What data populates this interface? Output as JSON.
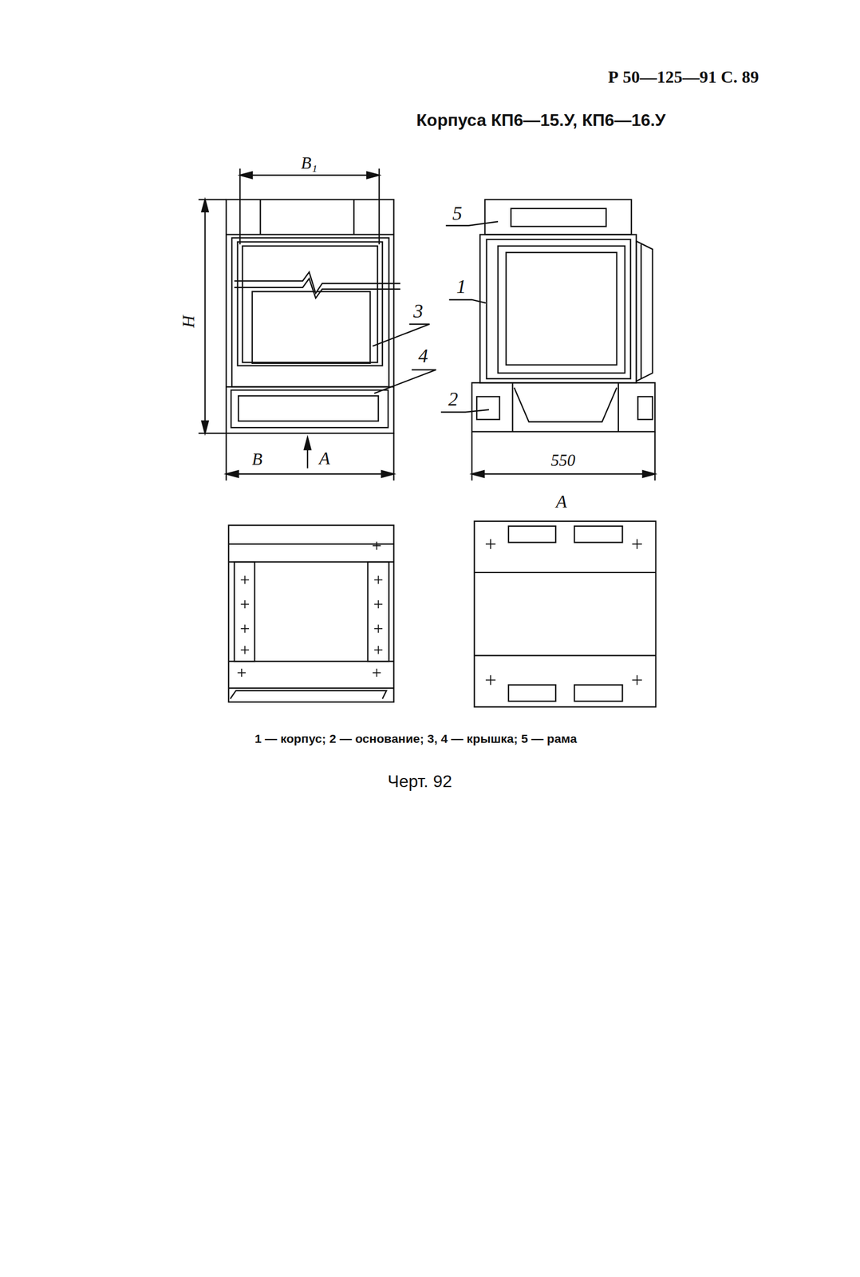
{
  "diagram": {
    "title": "Корпуса КП6—15.У, КП6—16.У",
    "caption": "Черт. 92",
    "labels": [
      "Р 50—125—91 С. 89",
      "B₁",
      "H",
      "B",
      "A",
      "550",
      "5",
      "1",
      "3",
      "4",
      "2",
      "A",
      "1 — корпус; 2 — основание; 3, 4 — крышка; 5 — рама"
    ]
  }
}
